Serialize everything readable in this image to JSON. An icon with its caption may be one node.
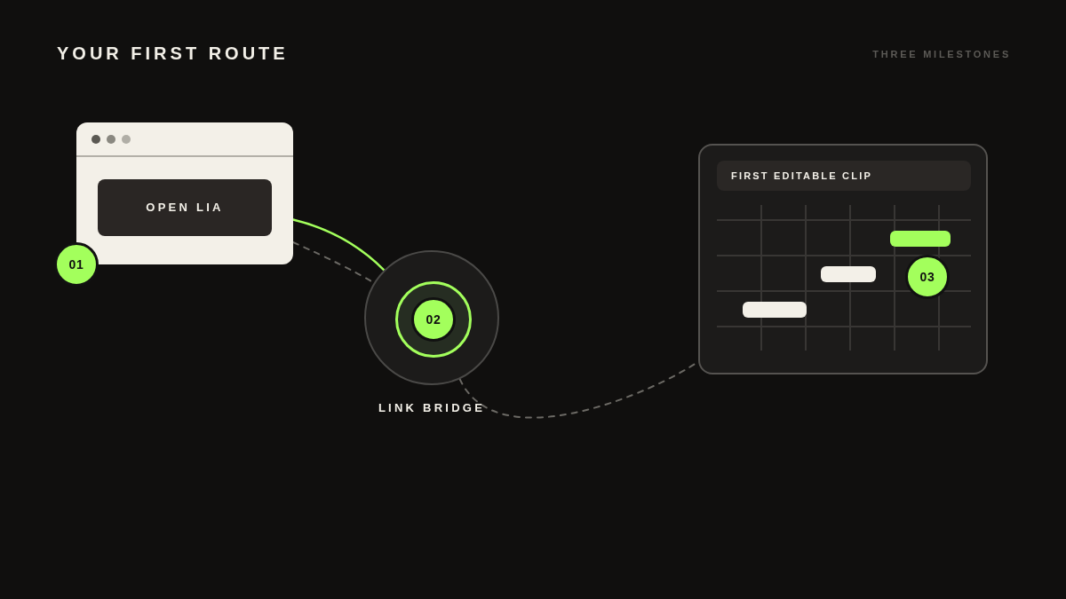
{
  "diagram": {
    "title": "YOUR FIRST ROUTE",
    "nodes": [
      {
        "text": [],
        "shape": "box"
      },
      {
        "text": [
          "OPEN LIA"
        ],
        "in": 0
      },
      {
        "text": [
          "01"
        ]
      },
      {
        "text": [],
        "shape": "circle",
        "beside": [
          "LINK BRIDGE"
        ]
      },
      {
        "text": [
          "02"
        ],
        "in": 3
      },
      {
        "text": [
          "FIRST EDITABLE CLIP"
        ]
      },
      {
        "text": [
          "03"
        ],
        "in": 5
      }
    ],
    "edges": [
      {
        "from": 0,
        "to": 3,
        "arrow": "none",
        "style": "dashed"
      },
      {
        "from": 3,
        "to": 5,
        "arrow": "none",
        "style": "dashed"
      },
      {
        "from": 0,
        "to": 3,
        "arrow": "none",
        "color": "#a3ff5c"
      }
    ],
    "labels": [
      "THREE MILESTONES"
    ]
  }
}
